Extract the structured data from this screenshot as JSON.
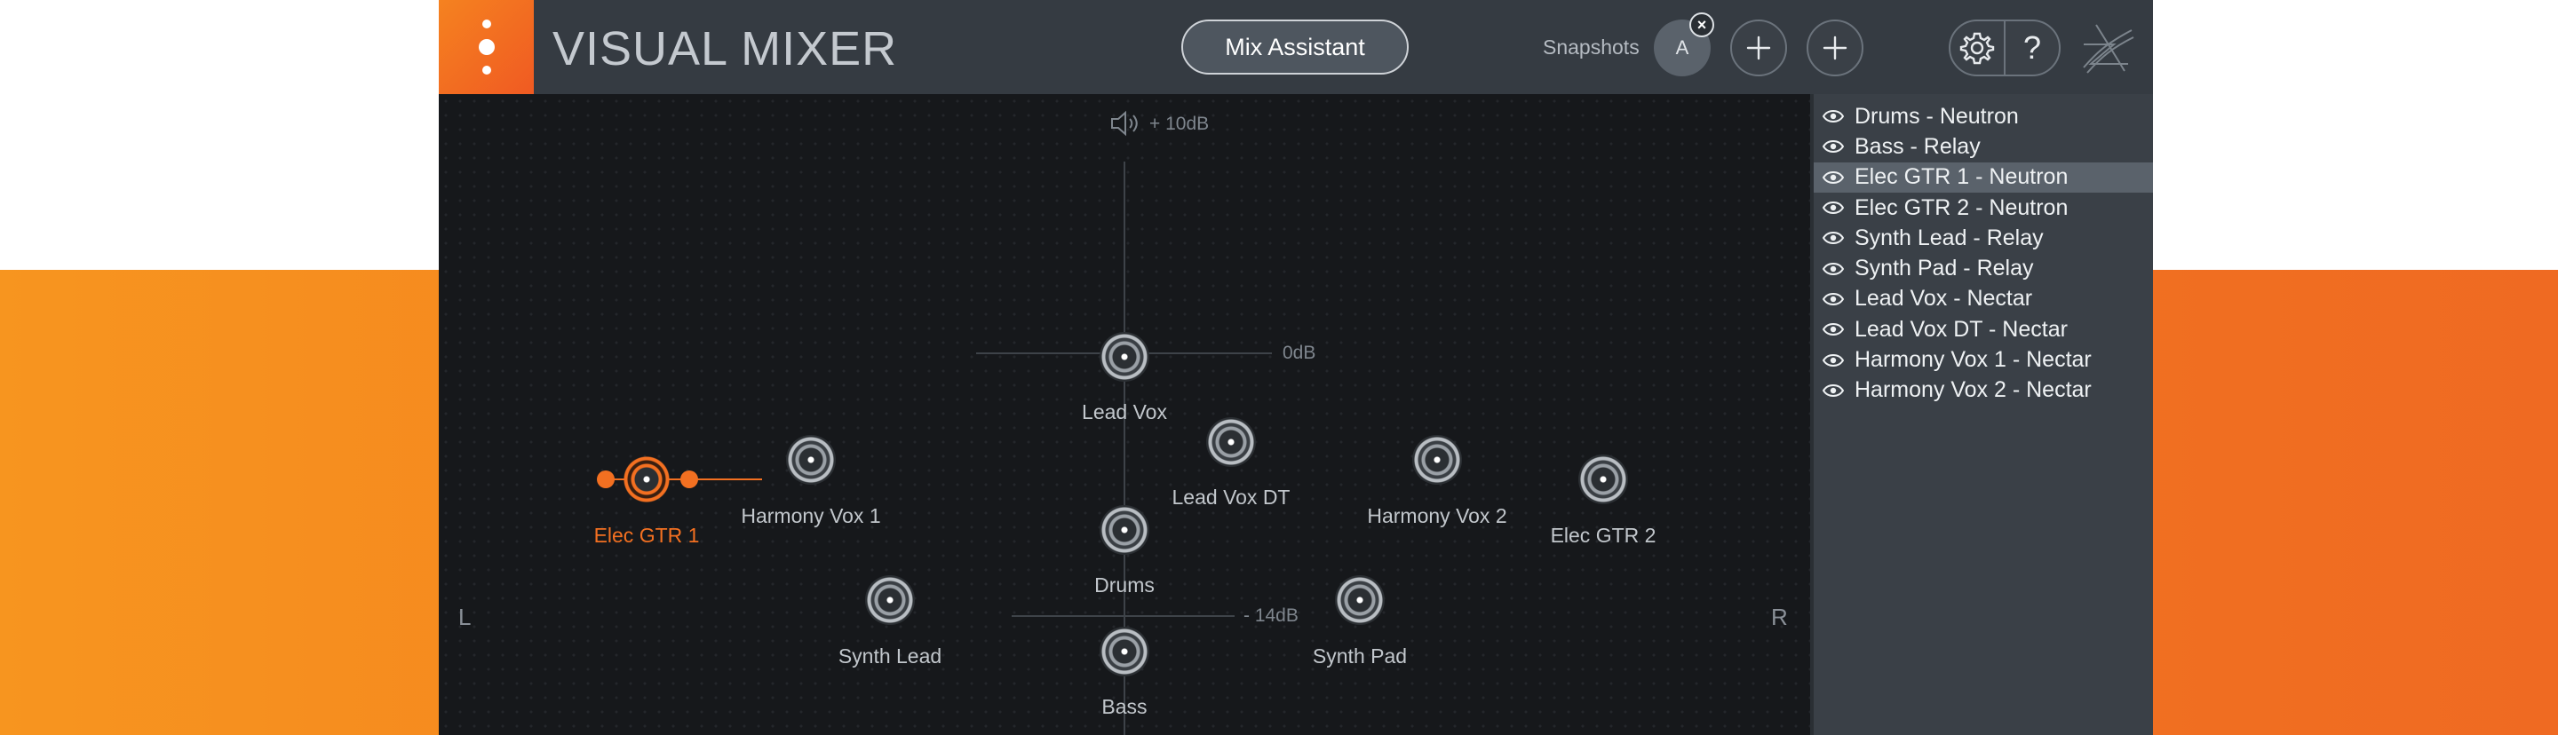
{
  "header": {
    "title": "VISUAL MIXER",
    "mix_assistant_label": "Mix Assistant",
    "snapshots_label": "Snapshots",
    "snapshot_a_label": "A",
    "snapshot_close_label": "×",
    "help_label": "?"
  },
  "stage": {
    "gain_top": "+ 10dB",
    "gain_zero": "0dB",
    "gain_bottom": "- 14dB",
    "left_label": "L",
    "right_label": "R"
  },
  "tracks_on_stage": [
    {
      "label": "Lead Vox"
    },
    {
      "label": "Lead Vox DT"
    },
    {
      "label": "Elec GTR 1"
    },
    {
      "label": "Harmony Vox 1"
    },
    {
      "label": "Harmony Vox 2"
    },
    {
      "label": "Elec GTR 2"
    },
    {
      "label": "Drums"
    },
    {
      "label": "Synth Lead"
    },
    {
      "label": "Synth Pad"
    },
    {
      "label": "Bass"
    }
  ],
  "selected_track": "Elec GTR 1",
  "track_list": [
    {
      "name": "Drums - Neutron"
    },
    {
      "name": "Bass - Relay"
    },
    {
      "name": "Elec GTR 1 - Neutron"
    },
    {
      "name": "Elec GTR 2 - Neutron"
    },
    {
      "name": "Synth Lead - Relay"
    },
    {
      "name": "Synth Pad - Relay"
    },
    {
      "name": "Lead Vox - Nectar"
    },
    {
      "name": "Lead Vox DT - Nectar"
    },
    {
      "name": "Harmony Vox 1 - Nectar"
    },
    {
      "name": "Harmony Vox 2 - Nectar"
    }
  ],
  "colors": {
    "accent": "#f37021",
    "header_bg": "#353b42",
    "stage_bg": "#16181b",
    "list_bg": "#3a4047",
    "list_active": "#5a626b"
  },
  "icons": {
    "menu": "vertical-dots-icon",
    "volume": "speaker-icon",
    "plus": "plus-icon",
    "settings": "gear-icon",
    "help": "question-icon",
    "visibility": "eye-icon",
    "brand": "izotope-logo-icon"
  }
}
